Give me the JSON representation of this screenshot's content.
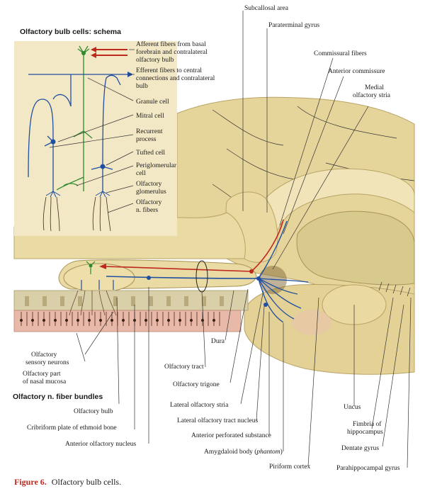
{
  "figure": {
    "caption_label": "Figure 6.",
    "caption_text": "Olfactory bulb cells.",
    "caption_label_color": "#c0281e"
  },
  "schema": {
    "title": "Olfactory bulb cells: schema",
    "labels": {
      "afferent": [
        "Afferent fibers from basal",
        "forebrain and contralateral",
        "olfactory bulb"
      ],
      "efferent": [
        "Efferent fibers to central",
        "connections and contralateral",
        "bulb"
      ],
      "granule": "Granule cell",
      "mitral": "Mitral cell",
      "recurrent": [
        "Recurrent",
        "process"
      ],
      "tufted": "Tufted cell",
      "periglomerular": [
        "Periglomerular",
        "cell"
      ],
      "glomerulus": [
        "Olfactory",
        "glomerulus"
      ],
      "nfibers": [
        "Olfactory",
        "n. fibers"
      ]
    }
  },
  "main_labels": {
    "subcallosal": "Subcallosal area",
    "paraterminal": "Paraterminal gyrus",
    "commissural": "Commissural fibers",
    "anterior_commissure": "Anterior commissure",
    "medial_stria": [
      "Medial",
      "olfactory stria"
    ],
    "dura": "Dura",
    "olfactory_sensory": [
      "Olfactory",
      "sensory neurons"
    ],
    "olfactory_mucosa": [
      "Olfactory part",
      "of nasal mucosa"
    ],
    "fiber_bundles": "Olfactory n. fiber bundles",
    "olfactory_tract": "Olfactory tract",
    "olfactory_trigone": "Olfactory trigone",
    "olfactory_bulb": "Olfactory bulb",
    "lateral_stria": "Lateral olfactory stria",
    "lateral_tract_nucleus": "Lateral olfactory tract nucleus",
    "cribriform": "Cribriform plate of ethmoid bone",
    "anterior_perforated": "Anterior perforated substance",
    "anterior_olfactory_nucleus": "Anterior olfactory nucleus",
    "amygdaloid_pre": "Amygdaloid body (",
    "amygdaloid_em": "phantom",
    "amygdaloid_post": ")",
    "uncus": "Uncus",
    "fimbria": [
      "Fimbria of",
      "hippocampus"
    ],
    "dentate": "Dentate gyrus",
    "piriform": "Piriform cortex",
    "parahippocampal": "Parahippocampal gyrus"
  },
  "colors": {
    "tissue": "#e9dba3",
    "tissue_dark": "#c8b47a",
    "tissue_shadow": "#b9a466",
    "schema_bg": "#f3e8c6",
    "neuron_blue": "#1f4fa0",
    "neuron_green": "#2e8b2e",
    "fiber_red": "#c0281e",
    "mucosa": "#e8b9a8",
    "bone": "#d9cfa9"
  }
}
